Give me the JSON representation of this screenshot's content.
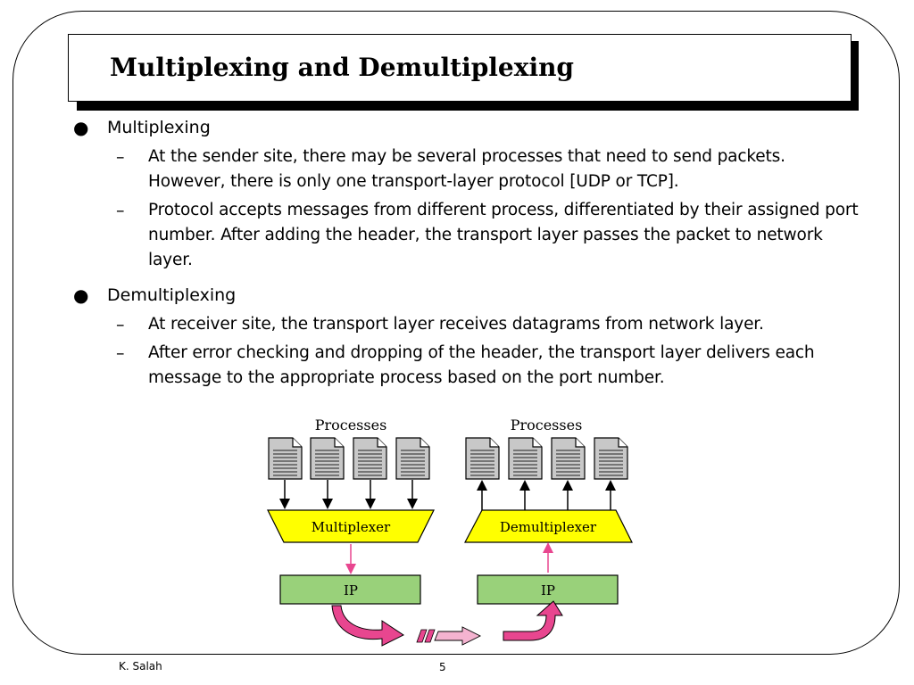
{
  "title": "Multiplexing and Demultiplexing",
  "bullets": [
    {
      "label": "Multiplexing",
      "items": [
        "At the sender site, there may be several processes that need to send packets. However, there is only one transport-layer protocol [UDP or TCP].",
        "Protocol accepts messages from different process, differentiated by their assigned port number. After adding the header, the transport layer passes the packet to network layer."
      ]
    },
    {
      "label": "Demultiplexing",
      "items": [
        "At receiver site, the transport layer receives datagrams from network layer.",
        "After error checking and dropping of the header, the transport layer delivers each message to the appropriate process based on the port number."
      ]
    }
  ],
  "figure": {
    "left_heading": "Processes",
    "right_heading": "Processes",
    "multiplexer_label": "Multiplexer",
    "demultiplexer_label": "Demultiplexer",
    "left_ip_label": "IP",
    "right_ip_label": "IP",
    "colors": {
      "mux_fill": "#ffff00",
      "ip_fill": "#99d17a",
      "arrow_pink": "#e8468f",
      "arrow_light_pink": "#f4b3d0"
    }
  },
  "footer": {
    "author": "K. Salah",
    "page_number": "5"
  }
}
